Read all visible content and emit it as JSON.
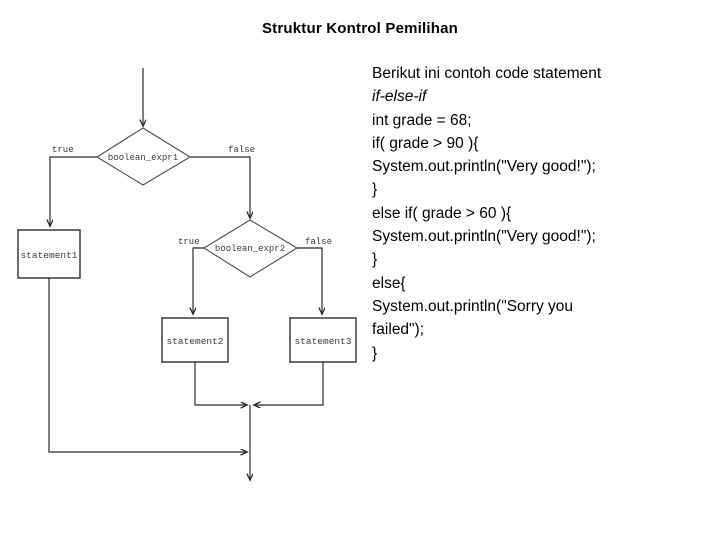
{
  "slide": {
    "title": "Struktur Kontrol Pemilihan"
  },
  "flowchart": {
    "decision1": {
      "label": "boolean_expr1",
      "true_label": "true",
      "false_label": "false"
    },
    "decision2": {
      "label": "boolean_expr2",
      "true_label": "true",
      "false_label": "false"
    },
    "process1": {
      "label": "statement1"
    },
    "process2": {
      "label": "statement2"
    },
    "process3": {
      "label": "statement3"
    }
  },
  "code": {
    "lines": [
      {
        "text": "Berikut ini contoh code statement",
        "style": "normal"
      },
      {
        "text": "if-else-if",
        "style": "italic"
      },
      {
        "text": "int grade = 68;",
        "style": "normal"
      },
      {
        "text": "if( grade > 90 ){",
        "style": "normal"
      },
      {
        "text": "System.out.println(\"Very good!\");",
        "style": "normal"
      },
      {
        "text": "}",
        "style": "normal"
      },
      {
        "text": "else if( grade > 60 ){",
        "style": "normal"
      },
      {
        "text": "System.out.println(\"Very good!\");",
        "style": "normal"
      },
      {
        "text": "}",
        "style": "normal"
      },
      {
        "text": "else{",
        "style": "normal"
      },
      {
        "text": "System.out.println(\"Sorry you",
        "style": "normal"
      },
      {
        "text": "failed\");",
        "style": "normal"
      },
      {
        "text": "}",
        "style": "normal"
      }
    ]
  },
  "colors": {
    "background": "#ffffff",
    "text": "#000000",
    "diagram_stroke": "#2b2b2b",
    "diagram_label": "#3a3a3a"
  }
}
